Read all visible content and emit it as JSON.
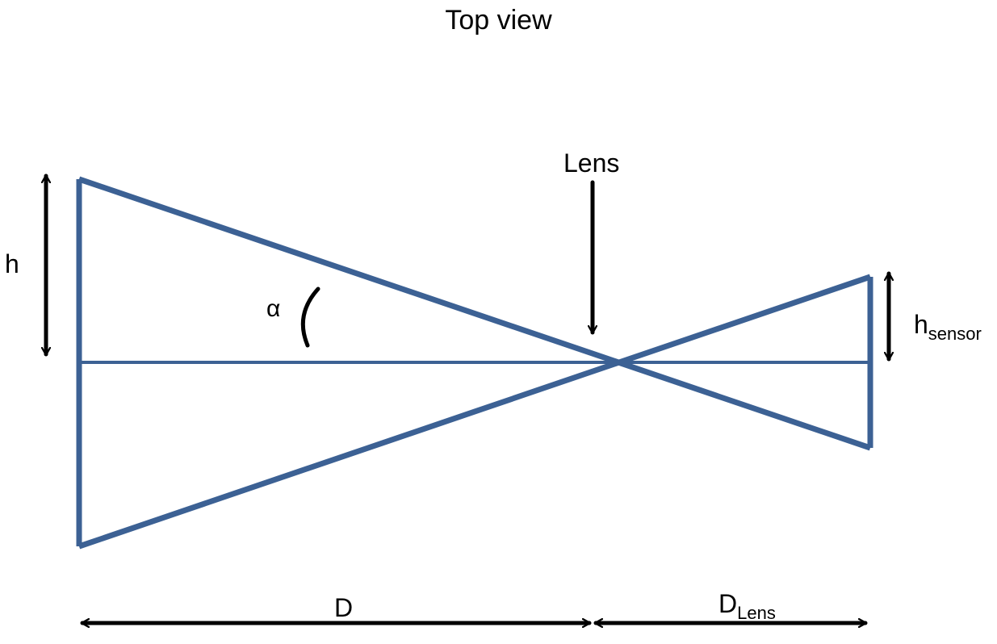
{
  "diagram": {
    "title": "Top view",
    "lens_label": "Lens",
    "height_label": "h",
    "angle_label": "α",
    "sensor_height_label": {
      "main": "h",
      "sub": "sensor"
    },
    "distance_label": "D",
    "lens_distance_label": {
      "main": "D",
      "sub": "Lens"
    },
    "colors": {
      "ray": "#3C6194",
      "arrow": "#000000",
      "background": "#FFFFFF"
    }
  }
}
